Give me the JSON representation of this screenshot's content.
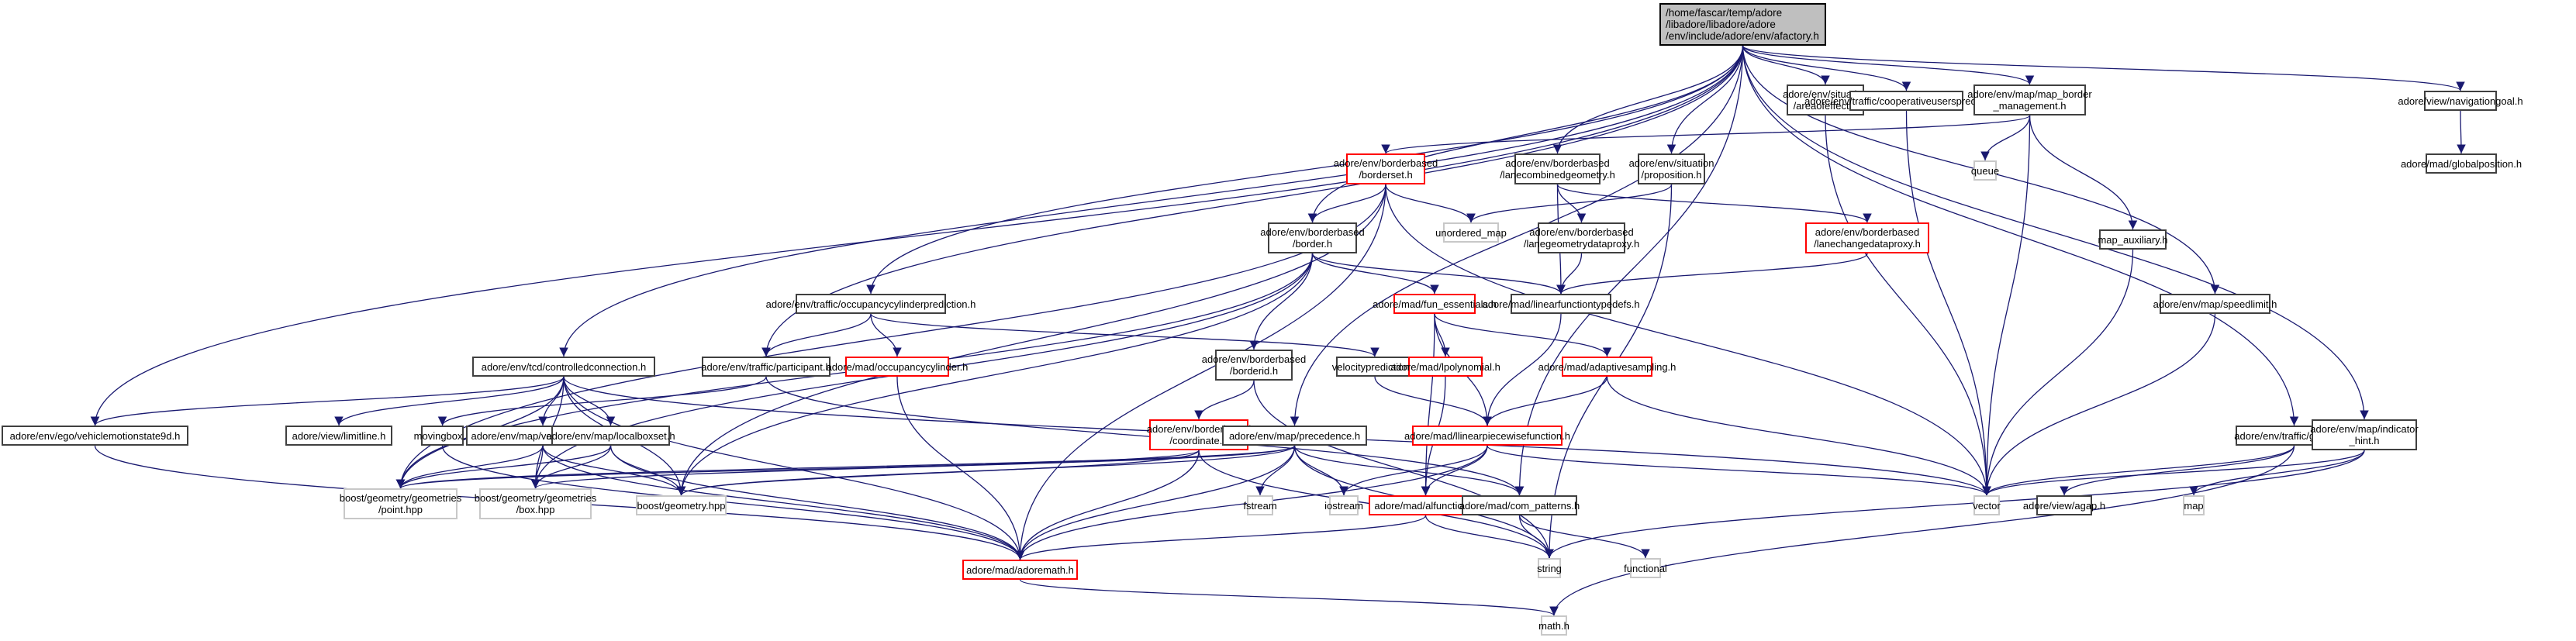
{
  "diagram": {
    "type": "include-dependency-graph",
    "edge_color": "#191970",
    "legend_colors": {
      "root_fill": "#bfbfbf",
      "documented_border": "#404040",
      "truncated_border": "#ff0000",
      "system_border": "#c8c8c8"
    },
    "nodes": [
      {
        "id": "afactory",
        "label": "/home/fascar/temp/adore\n/libadore/libadore/adore\n/env/include/adore/env/afactory.h",
        "kind": "root"
      },
      {
        "id": "areaofeffect",
        "label": "adore/env/situation\n/areaofeffect.h",
        "kind": "normal"
      },
      {
        "id": "coopusers",
        "label": "adore/env/traffic/cooperativeusersprediction.h",
        "kind": "normal"
      },
      {
        "id": "mapborder",
        "label": "adore/env/map/map_border\n_management.h",
        "kind": "normal"
      },
      {
        "id": "navgoal",
        "label": "adore/view/navigationgoal.h",
        "kind": "normal"
      },
      {
        "id": "globalpos",
        "label": "adore/mad/globalposition.h",
        "kind": "normal"
      },
      {
        "id": "borderset",
        "label": "adore/env/borderbased\n/borderset.h",
        "kind": "red"
      },
      {
        "id": "lanecombined",
        "label": "adore/env/borderbased\n/lanecombinedgeometry.h",
        "kind": "normal"
      },
      {
        "id": "proposition",
        "label": "adore/env/situation\n/proposition.h",
        "kind": "normal"
      },
      {
        "id": "queue",
        "label": "queue",
        "kind": "system"
      },
      {
        "id": "unordered_map",
        "label": "unordered_map",
        "kind": "system"
      },
      {
        "id": "border",
        "label": "adore/env/borderbased\n/border.h",
        "kind": "normal"
      },
      {
        "id": "lanegeomproxy",
        "label": "adore/env/borderbased\n/lanegeometrydataproxy.h",
        "kind": "normal"
      },
      {
        "id": "lanechangeproxy",
        "label": "adore/env/borderbased\n/lanechangedataproxy.h",
        "kind": "red"
      },
      {
        "id": "map_auxiliary",
        "label": "map_auxiliary.h",
        "kind": "normal"
      },
      {
        "id": "lineartypedefs",
        "label": "adore/mad/linearfunctiontypedefs.h",
        "kind": "normal"
      },
      {
        "id": "occpred",
        "label": "adore/env/traffic/occupancycylinderprediction.h",
        "kind": "normal"
      },
      {
        "id": "fun_essentials",
        "label": "adore/mad/fun_essentials.h",
        "kind": "red"
      },
      {
        "id": "speedlimit",
        "label": "adore/env/map/speedlimit.h",
        "kind": "normal"
      },
      {
        "id": "controlledconn",
        "label": "adore/env/tcd/controlledconnection.h",
        "kind": "normal"
      },
      {
        "id": "participant",
        "label": "adore/env/traffic/participant.h",
        "kind": "normal"
      },
      {
        "id": "occcyl",
        "label": "adore/mad/occupancycylinder.h",
        "kind": "red"
      },
      {
        "id": "borderid",
        "label": "adore/env/borderbased\n/borderid.h",
        "kind": "normal"
      },
      {
        "id": "velpred",
        "label": "velocityprediction.h",
        "kind": "normal"
      },
      {
        "id": "lpolynomial",
        "label": "adore/mad/lpolynomial.h",
        "kind": "red"
      },
      {
        "id": "adaptivesampling",
        "label": "adore/mad/adaptivesampling.h",
        "kind": "red"
      },
      {
        "id": "vehiclemotion",
        "label": "adore/env/ego/vehiclemotionstate9d.h",
        "kind": "normal"
      },
      {
        "id": "limitline",
        "label": "adore/view/limitline.h",
        "kind": "normal"
      },
      {
        "id": "movingbox",
        "label": "movingbox.h",
        "kind": "normal"
      },
      {
        "id": "vectorid",
        "label": "adore/env/map/vectoridentifier.h",
        "kind": "normal"
      },
      {
        "id": "localboxset",
        "label": "adore/env/map/localboxset.h",
        "kind": "normal"
      },
      {
        "id": "coordinate",
        "label": "adore/env/borderbased\n/coordinate.h",
        "kind": "red"
      },
      {
        "id": "precedence",
        "label": "adore/env/map/precedence.h",
        "kind": "normal"
      },
      {
        "id": "llinearpw",
        "label": "adore/mad/llinearpiecewisefunction.h",
        "kind": "red"
      },
      {
        "id": "gapdata",
        "label": "adore/env/traffic/gapdata.h",
        "kind": "normal"
      },
      {
        "id": "indicatorhint",
        "label": "adore/env/map/indicator\n_hint.h",
        "kind": "normal"
      },
      {
        "id": "point",
        "label": "boost/geometry/geometries\n/point.hpp",
        "kind": "system"
      },
      {
        "id": "box",
        "label": "boost/geometry/geometries\n/box.hpp",
        "kind": "system"
      },
      {
        "id": "geometry",
        "label": "boost/geometry.hpp",
        "kind": "system"
      },
      {
        "id": "fstream",
        "label": "fstream",
        "kind": "system"
      },
      {
        "id": "iostream",
        "label": "iostream",
        "kind": "system"
      },
      {
        "id": "alfunction",
        "label": "adore/mad/alfunction.h",
        "kind": "red"
      },
      {
        "id": "com_patterns",
        "label": "adore/mad/com_patterns.h",
        "kind": "normal"
      },
      {
        "id": "vector",
        "label": "vector",
        "kind": "system"
      },
      {
        "id": "agap",
        "label": "adore/view/agap.h",
        "kind": "normal"
      },
      {
        "id": "map",
        "label": "map",
        "kind": "system"
      },
      {
        "id": "adoremath",
        "label": "adore/mad/adoremath.h",
        "kind": "red"
      },
      {
        "id": "string",
        "label": "string",
        "kind": "system"
      },
      {
        "id": "functional",
        "label": "functional",
        "kind": "system"
      },
      {
        "id": "math",
        "label": "math.h",
        "kind": "system"
      }
    ],
    "edges": [
      [
        "afactory",
        "areaofeffect"
      ],
      [
        "afactory",
        "coopusers"
      ],
      [
        "afactory",
        "mapborder"
      ],
      [
        "afactory",
        "navgoal"
      ],
      [
        "afactory",
        "proposition"
      ],
      [
        "afactory",
        "lanecombined"
      ],
      [
        "afactory",
        "border"
      ],
      [
        "afactory",
        "occpred"
      ],
      [
        "afactory",
        "controlledconn"
      ],
      [
        "afactory",
        "participant"
      ],
      [
        "afactory",
        "vehiclemotion"
      ],
      [
        "afactory",
        "precedence"
      ],
      [
        "afactory",
        "speedlimit"
      ],
      [
        "afactory",
        "gapdata"
      ],
      [
        "afactory",
        "indicatorhint"
      ],
      [
        "afactory",
        "com_patterns"
      ],
      [
        "navgoal",
        "globalpos"
      ],
      [
        "mapborder",
        "borderset"
      ],
      [
        "mapborder",
        "queue"
      ],
      [
        "mapborder",
        "map_auxiliary"
      ],
      [
        "mapborder",
        "vector"
      ],
      [
        "areaofeffect",
        "vector"
      ],
      [
        "coopusers",
        "vector"
      ],
      [
        "borderset",
        "border"
      ],
      [
        "borderset",
        "unordered_map"
      ],
      [
        "borderset",
        "point"
      ],
      [
        "borderset",
        "geometry"
      ],
      [
        "borderset",
        "vector"
      ],
      [
        "borderset",
        "adoremath"
      ],
      [
        "lanecombined",
        "lanegeomproxy"
      ],
      [
        "lanecombined",
        "lanechangeproxy"
      ],
      [
        "lanecombined",
        "lineartypedefs"
      ],
      [
        "proposition",
        "unordered_map"
      ],
      [
        "proposition",
        "string"
      ],
      [
        "lanegeomproxy",
        "lineartypedefs"
      ],
      [
        "lanechangeproxy",
        "lineartypedefs"
      ],
      [
        "border",
        "borderid"
      ],
      [
        "border",
        "fun_essentials"
      ],
      [
        "border",
        "lineartypedefs"
      ],
      [
        "border",
        "geometry"
      ],
      [
        "border",
        "box"
      ],
      [
        "border",
        "point"
      ],
      [
        "lineartypedefs",
        "llinearpw"
      ],
      [
        "map_auxiliary",
        "vector"
      ],
      [
        "speedlimit",
        "vector"
      ],
      [
        "occpred",
        "participant"
      ],
      [
        "occpred",
        "occcyl"
      ],
      [
        "occpred",
        "velpred"
      ],
      [
        "occcyl",
        "adoremath"
      ],
      [
        "fun_essentials",
        "lpolynomial"
      ],
      [
        "fun_essentials",
        "adaptivesampling"
      ],
      [
        "fun_essentials",
        "llinearpw"
      ],
      [
        "fun_essentials",
        "alfunction"
      ],
      [
        "lpolynomial",
        "alfunction"
      ],
      [
        "adaptivesampling",
        "llinearpw"
      ],
      [
        "adaptivesampling",
        "vector"
      ],
      [
        "velpred",
        "llinearpw"
      ],
      [
        "borderid",
        "coordinate"
      ],
      [
        "borderid",
        "string"
      ],
      [
        "participant",
        "movingbox"
      ],
      [
        "participant",
        "com_patterns"
      ],
      [
        "controlledconn",
        "vehiclemotion"
      ],
      [
        "controlledconn",
        "limitline"
      ],
      [
        "controlledconn",
        "vectorid"
      ],
      [
        "controlledconn",
        "localboxset"
      ],
      [
        "controlledconn",
        "point"
      ],
      [
        "controlledconn",
        "box"
      ],
      [
        "controlledconn",
        "geometry"
      ],
      [
        "controlledconn",
        "adoremath"
      ],
      [
        "controlledconn",
        "vector"
      ],
      [
        "vehiclemotion",
        "adoremath"
      ],
      [
        "movingbox",
        "adoremath"
      ],
      [
        "vectorid",
        "point"
      ],
      [
        "vectorid",
        "box"
      ],
      [
        "vectorid",
        "geometry"
      ],
      [
        "vectorid",
        "adoremath"
      ],
      [
        "localboxset",
        "point"
      ],
      [
        "localboxset",
        "box"
      ],
      [
        "localboxset",
        "geometry"
      ],
      [
        "localboxset",
        "adoremath"
      ],
      [
        "coordinate",
        "point"
      ],
      [
        "coordinate",
        "geometry"
      ],
      [
        "coordinate",
        "adoremath"
      ],
      [
        "coordinate",
        "string"
      ],
      [
        "precedence",
        "point"
      ],
      [
        "precedence",
        "box"
      ],
      [
        "precedence",
        "geometry"
      ],
      [
        "precedence",
        "fstream"
      ],
      [
        "precedence",
        "iostream"
      ],
      [
        "precedence",
        "string"
      ],
      [
        "precedence",
        "adoremath"
      ],
      [
        "precedence",
        "com_patterns"
      ],
      [
        "llinearpw",
        "iostream"
      ],
      [
        "llinearpw",
        "alfunction"
      ],
      [
        "llinearpw",
        "vector"
      ],
      [
        "llinearpw",
        "adoremath"
      ],
      [
        "alfunction",
        "string"
      ],
      [
        "alfunction",
        "adoremath"
      ],
      [
        "com_patterns",
        "string"
      ],
      [
        "com_patterns",
        "functional"
      ],
      [
        "gapdata",
        "vector"
      ],
      [
        "gapdata",
        "agap"
      ],
      [
        "gapdata",
        "math"
      ],
      [
        "indicatorhint",
        "vector"
      ],
      [
        "indicatorhint",
        "map"
      ],
      [
        "indicatorhint",
        "string"
      ],
      [
        "adoremath",
        "math"
      ]
    ]
  }
}
